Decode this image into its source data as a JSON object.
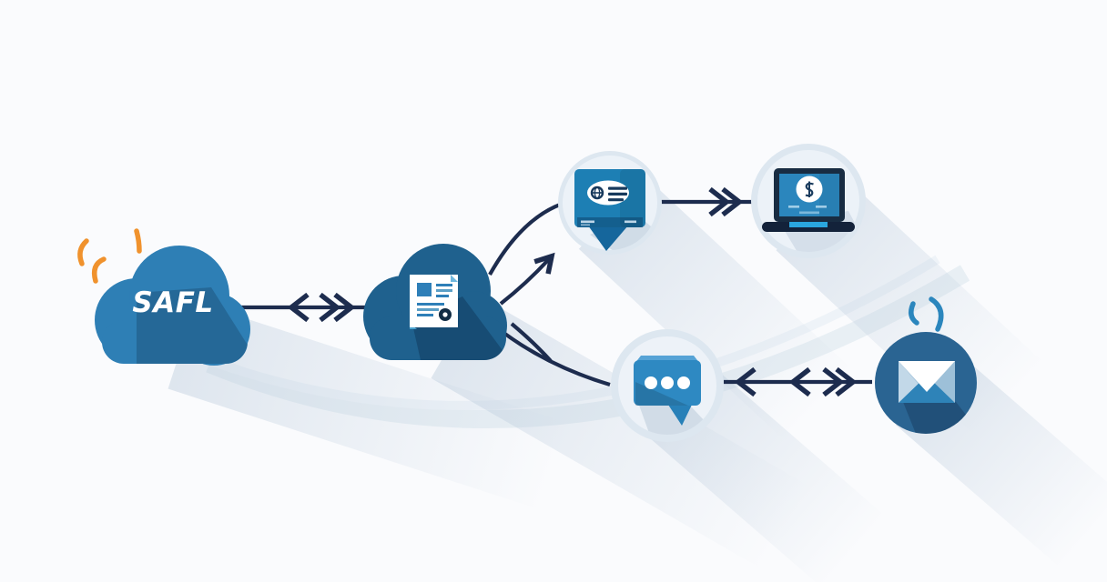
{
  "diagram": {
    "source_cloud": {
      "label": "SAFL",
      "icon": "cloud-icon"
    },
    "processing_cloud": {
      "icon": "cloud-document-icon"
    },
    "chat_card_node": {
      "icon": "chat-card-icon"
    },
    "laptop_node": {
      "icon": "laptop-payment-icon"
    },
    "message_node": {
      "icon": "chat-bubble-dots-icon"
    },
    "email_node": {
      "icon": "email-envelope-icon"
    },
    "decorations": {
      "left_accent": "orange-spark-strokes",
      "right_accent": "blue-spark-strokes"
    }
  },
  "colors": {
    "background": "#fafbfd",
    "cloud_primary": "#2e7fb5",
    "cloud_dark": "#1f618e",
    "arrow": "#1d2c4e",
    "accent_orange": "#f0922d",
    "accent_blue": "#2b86bd",
    "card_blue": "#1d7fb4",
    "screen_blue": "#2b86bd",
    "bubble_blue": "#2e89c2",
    "envelope_circle": "#2a6492",
    "node_circle": "#dde7f0"
  }
}
